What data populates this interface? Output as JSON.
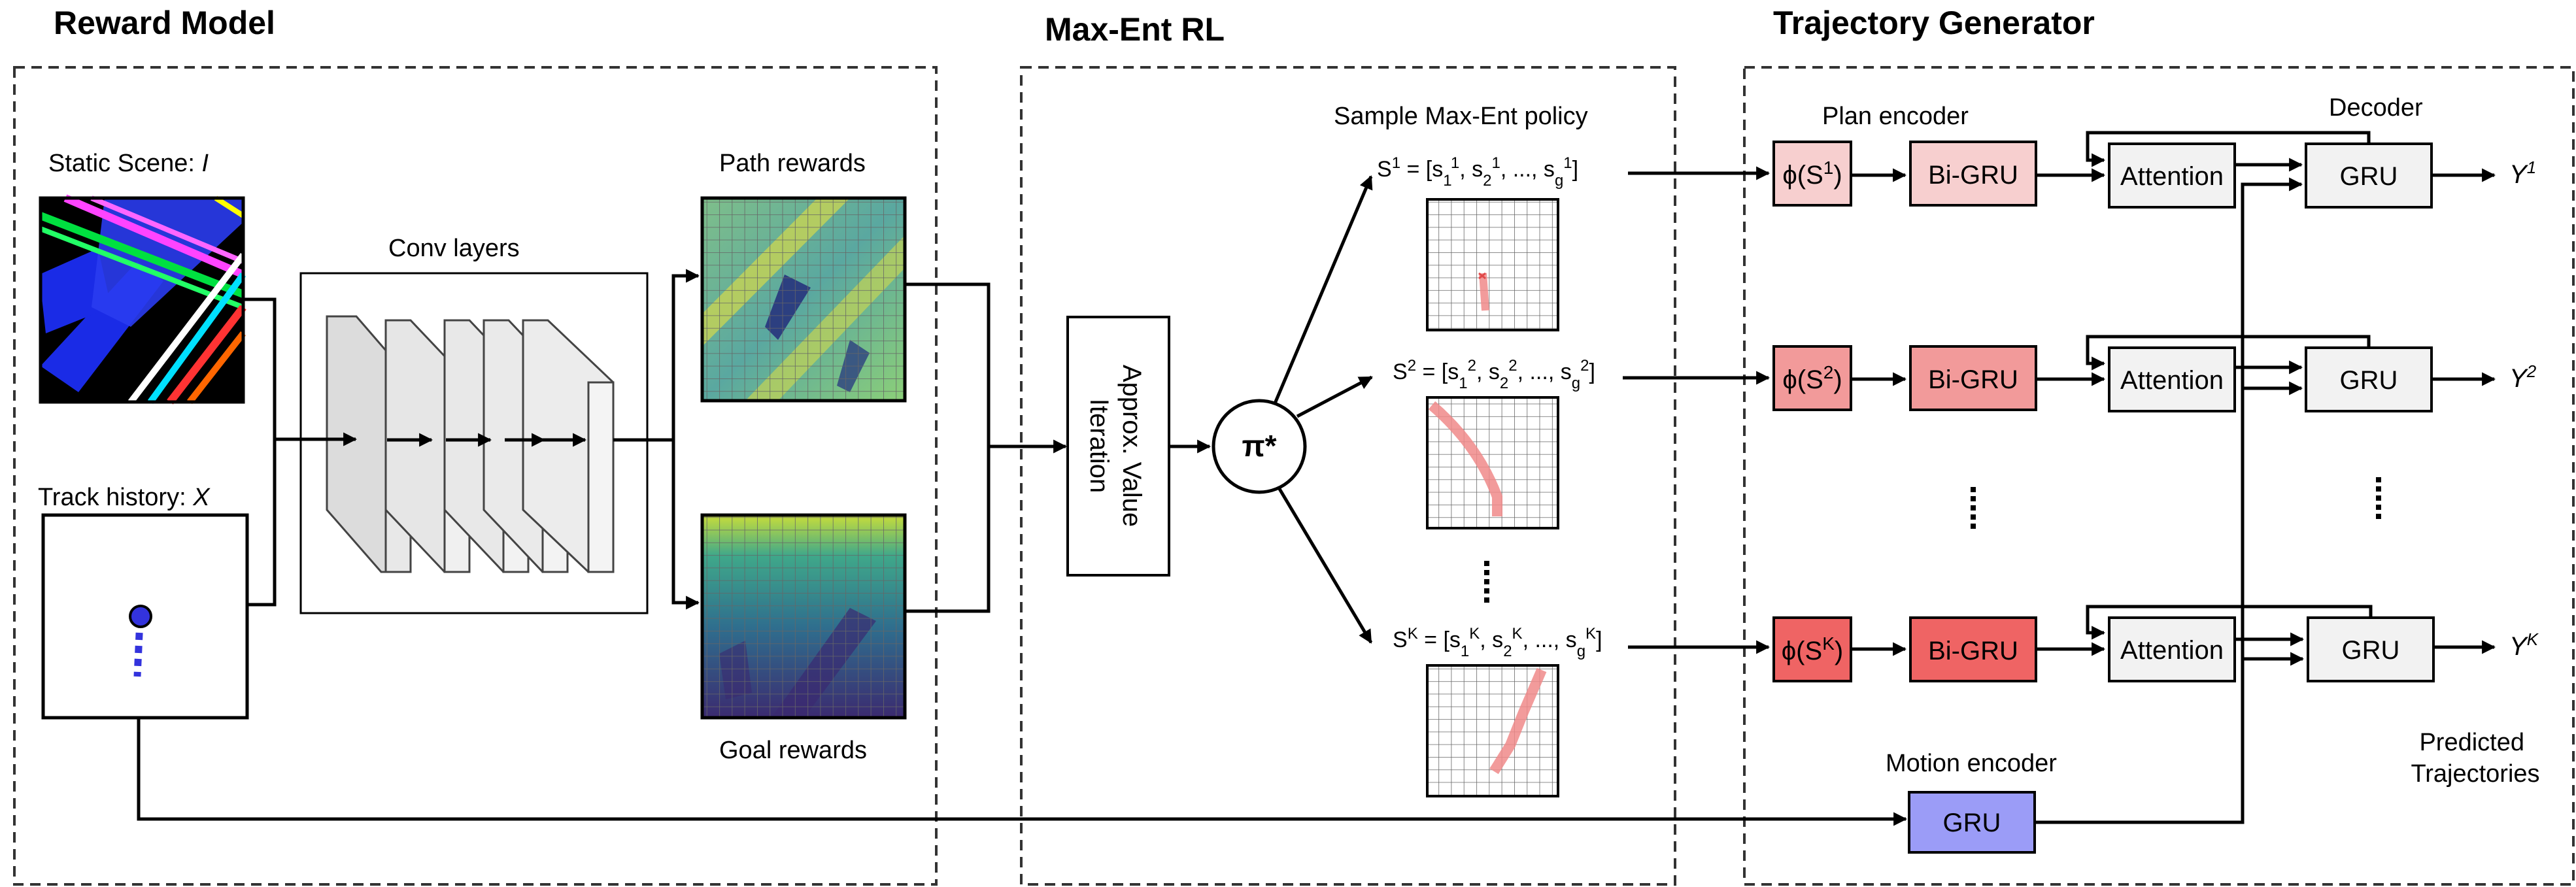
{
  "sections": {
    "reward_model": "Reward Model",
    "maxent_rl": "Max-Ent RL",
    "trajectory_generator": "Trajectory Generator"
  },
  "reward_model": {
    "static_scene": "Static Scene:",
    "static_scene_var": "I",
    "track_history": "Track history:",
    "track_history_var": "X",
    "conv_layers": "Conv layers",
    "path_rewards": "Path rewards",
    "goal_rewards": "Goal rewards"
  },
  "maxent": {
    "value_iteration": [
      "Approx. Value",
      "Iteration"
    ],
    "policy": "π*",
    "sample_policy": "Sample Max-Ent policy",
    "samples": [
      {
        "S": "S",
        "sup": "1",
        "rest": " = [s",
        "k": "1"
      },
      {
        "S": "S",
        "sup": "2",
        "rest": " = [s",
        "k": "2"
      },
      {
        "S": "S",
        "sup": "K",
        "rest": " = [s",
        "k": "K"
      }
    ]
  },
  "trajectory": {
    "plan_encoder": "Plan encoder",
    "decoder": "Decoder",
    "motion_encoder": "Motion encoder",
    "predicted": [
      "Predicted",
      "Trajectories"
    ],
    "rows": [
      {
        "phi": "ϕ(S",
        "sup": "1",
        "bigru": "Bi-GRU",
        "attention": "Attention",
        "gru": "GRU",
        "out": "Y",
        "out_sup": "1"
      },
      {
        "phi": "ϕ(S",
        "sup": "2",
        "bigru": "Bi-GRU",
        "attention": "Attention",
        "gru": "GRU",
        "out": "Y",
        "out_sup": "2"
      },
      {
        "phi": "ϕ(S",
        "sup": "K",
        "bigru": "Bi-GRU",
        "attention": "Attention",
        "gru": "GRU",
        "out": "Y",
        "out_sup": "K"
      }
    ],
    "motion_gru": "GRU"
  },
  "colors": {
    "phi": [
      "#f7cfcf",
      "#f29a9a",
      "#ef6464"
    ],
    "bigru": [
      "#f7cfcf",
      "#f29a9a",
      "#ef6464"
    ],
    "attention": "#f2f2f2",
    "motion_gru": "#9b9cf7",
    "track_dot": "#3333dd",
    "policy_path": "#f08a8a"
  }
}
